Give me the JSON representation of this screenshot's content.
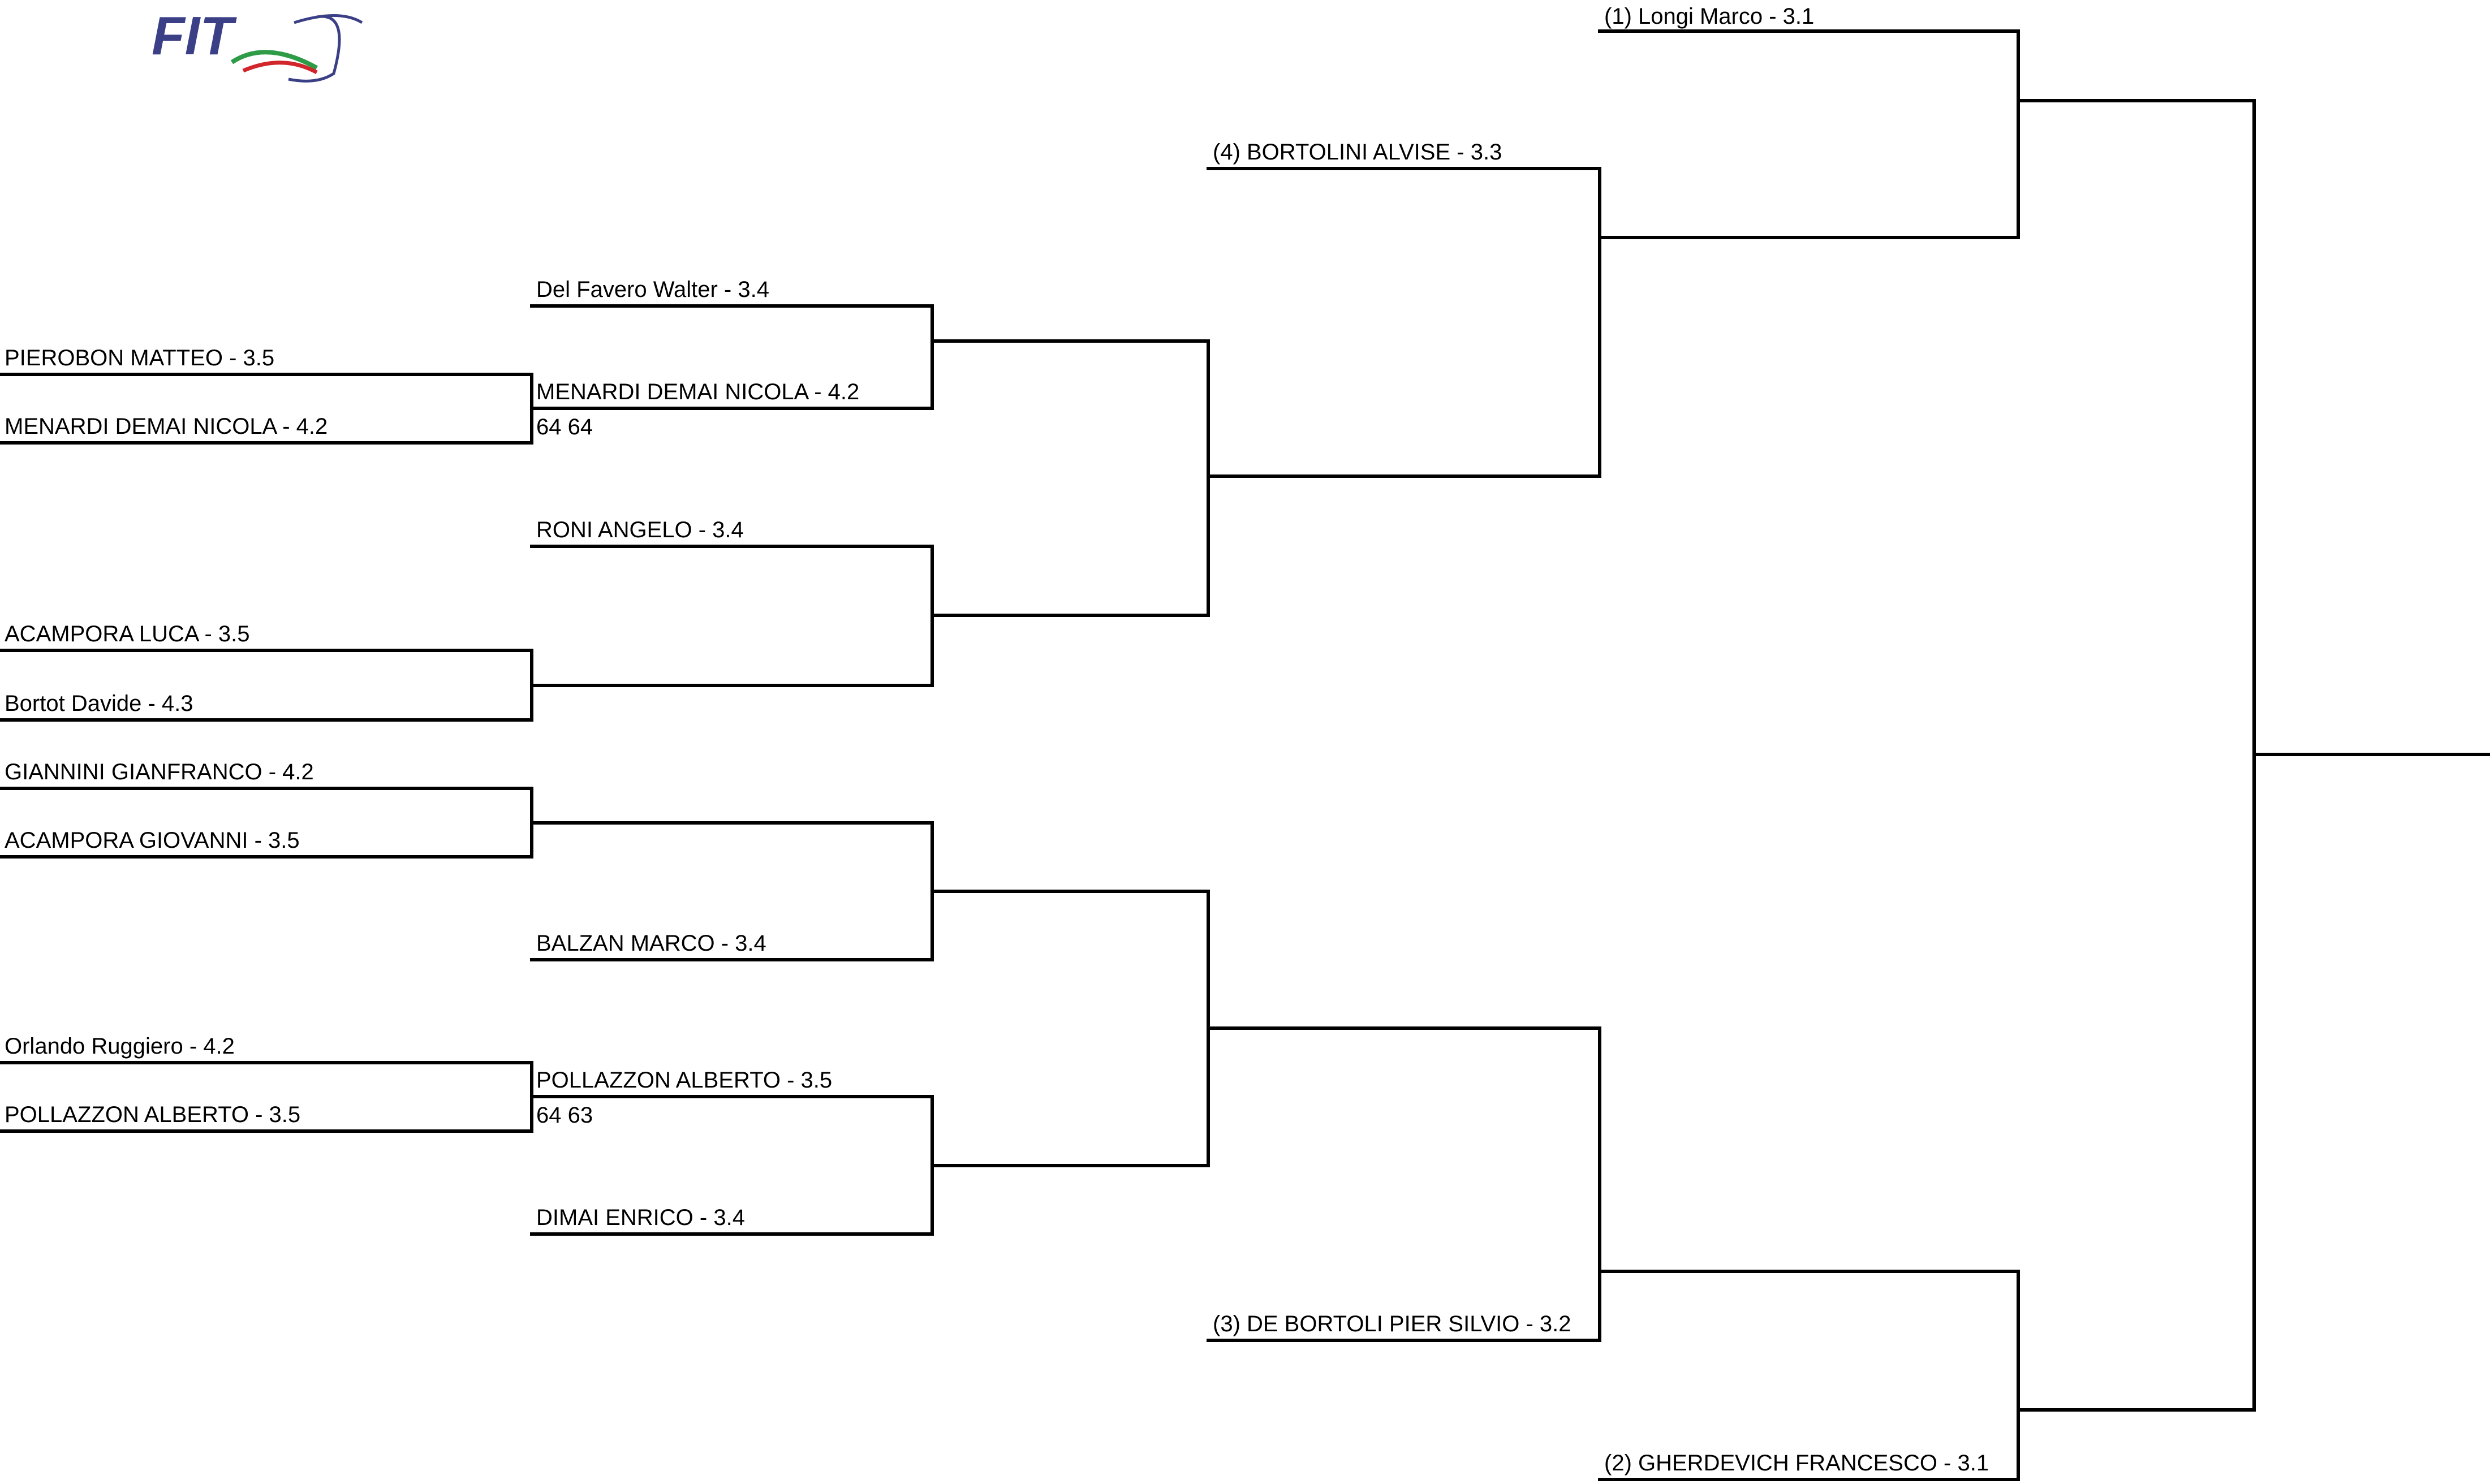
{
  "logo": {
    "text": "FIT",
    "colors": {
      "text": "#3a3f86",
      "green": "#2e9b47",
      "red": "#d1262c",
      "navy": "#3a3f86"
    }
  },
  "bracket": {
    "line_color": "#000000",
    "round1": [
      {
        "top": "PIEROBON MATTEO - 3.5",
        "bottom": "MENARDI DEMAI NICOLA - 4.2"
      },
      {
        "top": "ACAMPORA LUCA - 3.5",
        "bottom": "Bortot Davide - 4.3"
      },
      {
        "top": "GIANNINI GIANFRANCO - 4.2",
        "bottom": "ACAMPORA GIOVANNI - 3.5"
      },
      {
        "top": "Orlando Ruggiero - 4.2",
        "bottom": "POLLAZZON ALBERTO - 3.5"
      }
    ],
    "round2": [
      {
        "label": "Del Favero Walter - 3.4",
        "score": ""
      },
      {
        "label": "MENARDI DEMAI NICOLA - 4.2",
        "score": "64 64"
      },
      {
        "label": "RONI ANGELO - 3.4",
        "score": ""
      },
      {
        "label": "",
        "score": ""
      },
      {
        "label": "",
        "score": ""
      },
      {
        "label": "BALZAN MARCO - 3.4",
        "score": ""
      },
      {
        "label": "POLLAZZON ALBERTO - 3.5",
        "score": "64 63"
      },
      {
        "label": "DIMAI ENRICO - 3.4",
        "score": ""
      }
    ],
    "round4": [
      {
        "label": "(4) BORTOLINI ALVISE - 3.3"
      },
      {
        "label": "(3) DE BORTOLI PIER SILVIO - 3.2"
      }
    ],
    "round5": [
      {
        "label": "(1) Longi Marco - 3.1"
      },
      {
        "label": "(2) GHERDEVICH FRANCESCO - 3.1"
      }
    ]
  }
}
